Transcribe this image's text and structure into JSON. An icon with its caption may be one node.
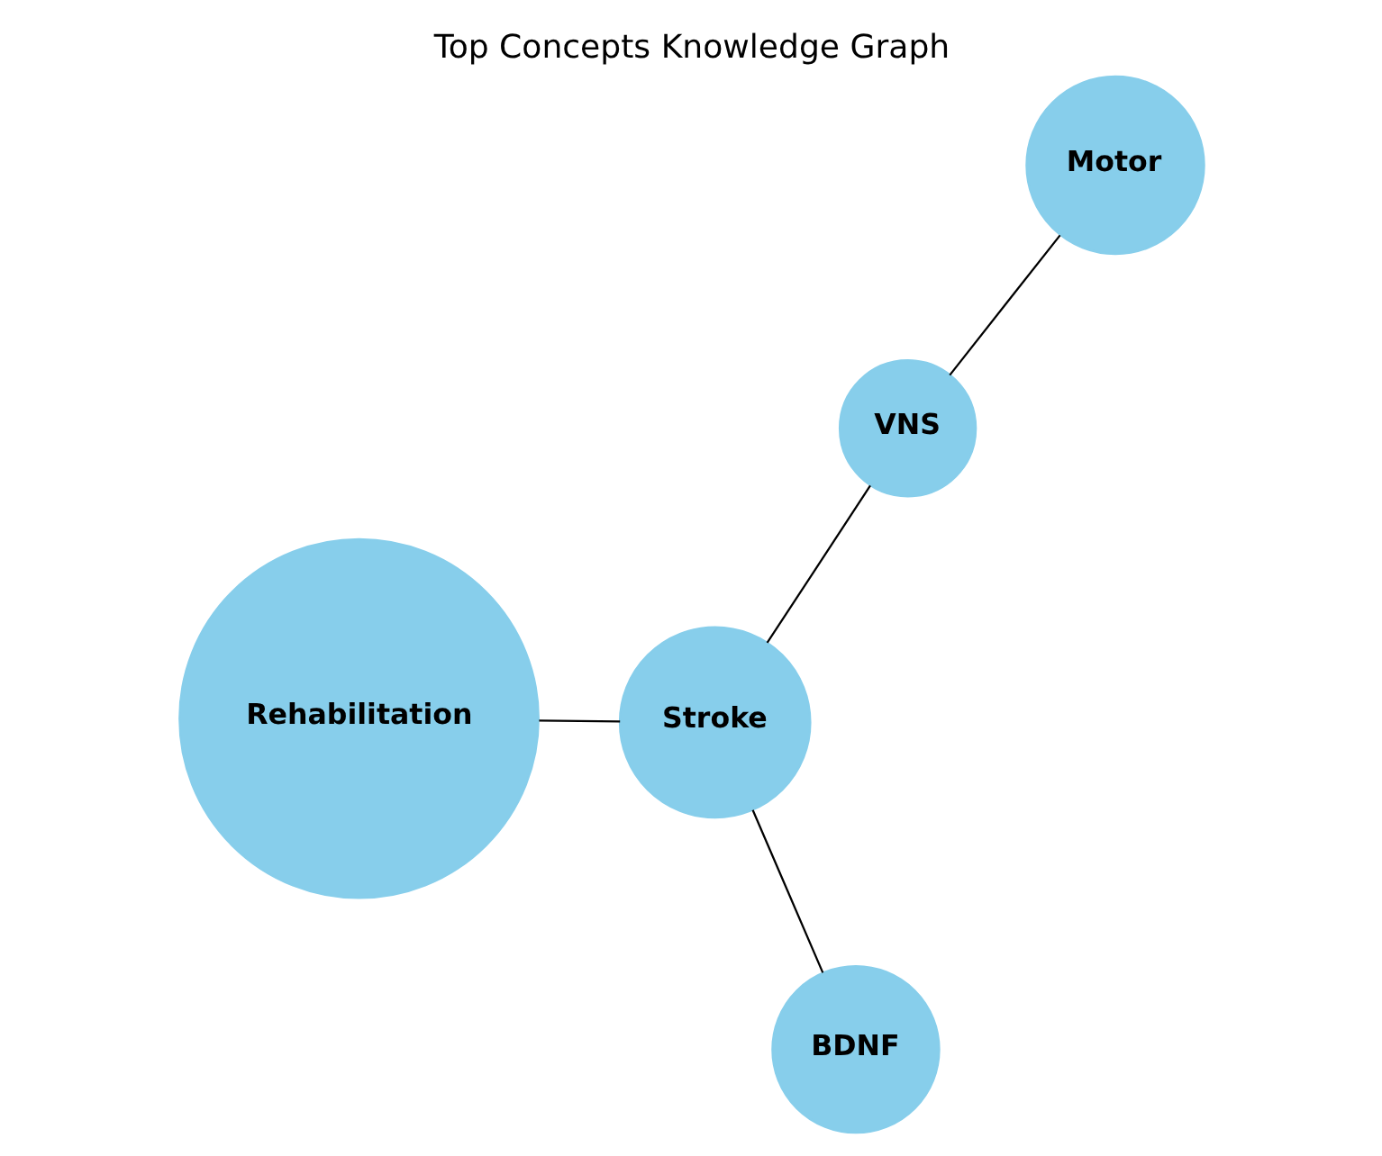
{
  "diagram": {
    "title": "Top Concepts Knowledge Graph",
    "nodes": [
      {
        "text": [
          "Rehabilitation"
        ]
      },
      {
        "text": [
          "Stroke"
        ]
      },
      {
        "text": [
          "BDNF"
        ]
      },
      {
        "text": [
          "VNS"
        ]
      },
      {
        "text": [
          "Motor"
        ]
      }
    ],
    "edges": [
      {
        "from": 0,
        "to": 1,
        "arrow": "none"
      },
      {
        "from": 1,
        "to": 2,
        "arrow": "none"
      },
      {
        "from": 1,
        "to": 3,
        "arrow": "none"
      },
      {
        "from": 3,
        "to": 4,
        "arrow": "none"
      }
    ]
  }
}
